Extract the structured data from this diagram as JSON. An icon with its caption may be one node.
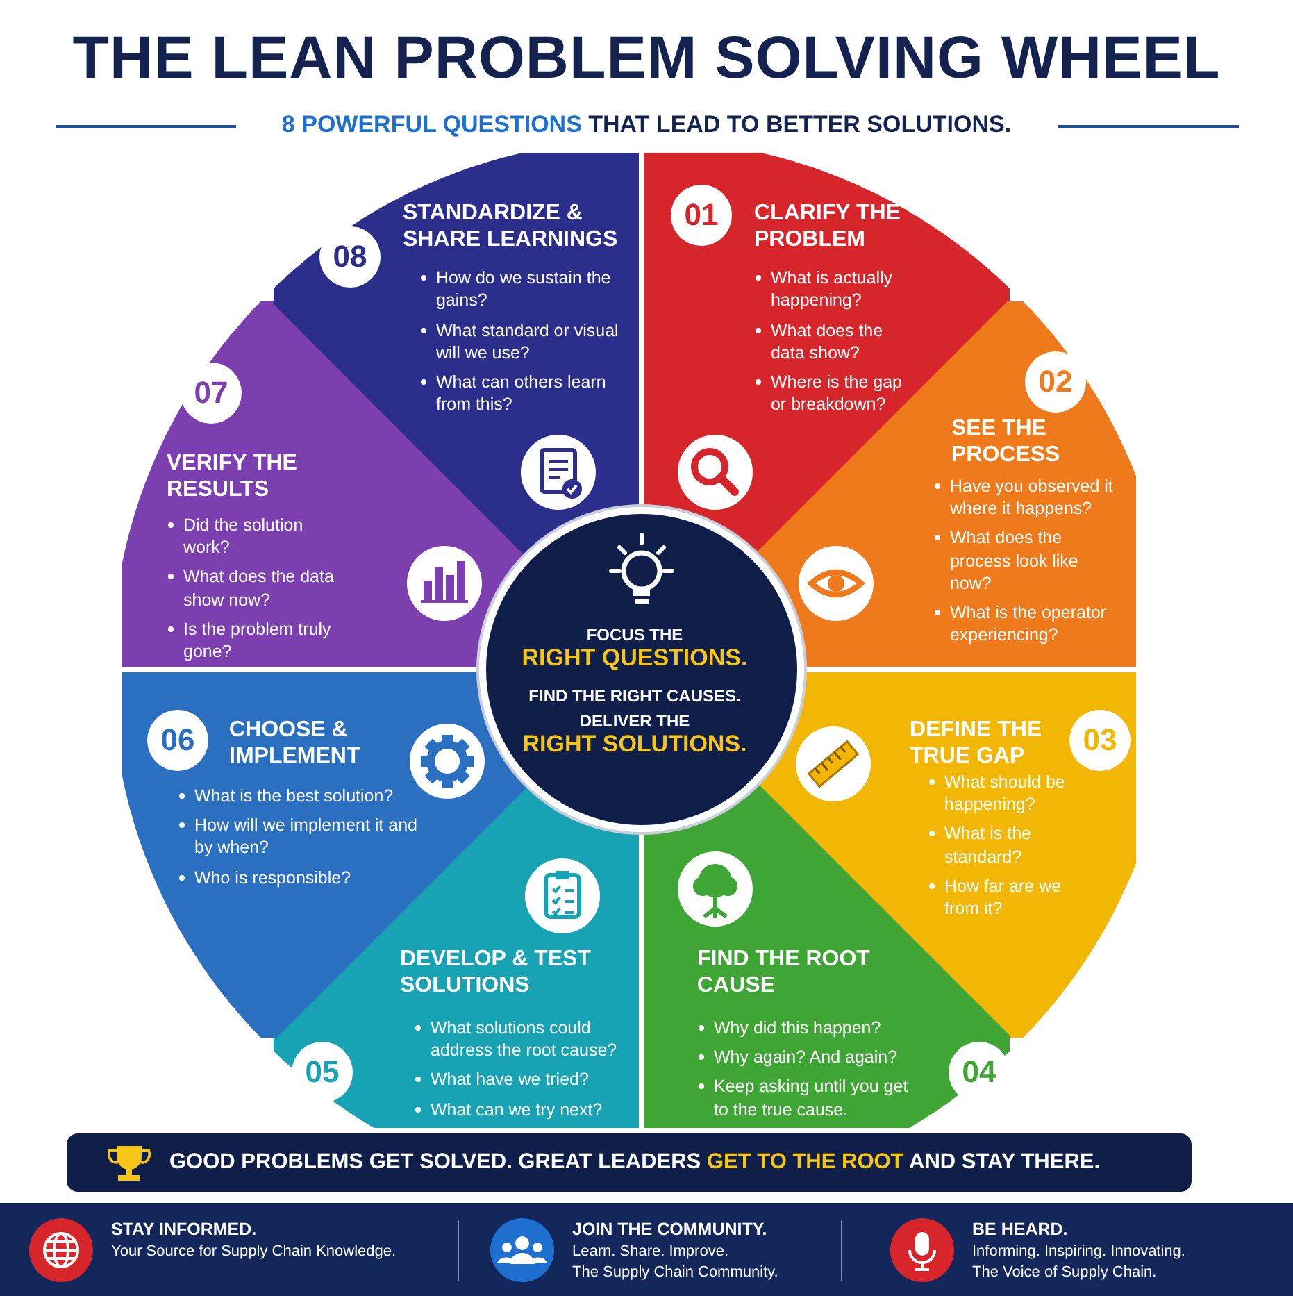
{
  "diagram": {
    "title": "THE LEAN PROBLEM SOLVING WHEEL",
    "nodes": [
      {
        "text": [
          "01",
          "CLARIFY THE PROBLEM",
          "What is actually happening?",
          "What does the data show?",
          "Where is the gap or breakdown?"
        ]
      },
      {
        "text": [
          "02",
          "SEE THE PROCESS",
          "Have you observed it where it happens?",
          "What does the process look like now?",
          "What is the operator experiencing?"
        ]
      },
      {
        "text": [
          "03",
          "DEFINE THE TRUE GAP",
          "What should be happening?",
          "What is the standard?",
          "How far are we from it?"
        ]
      },
      {
        "text": [
          "04",
          "FIND THE ROOT CAUSE",
          "Why did this happen?",
          "Why again? And again?",
          "Keep asking until you get to the true cause."
        ]
      },
      {
        "text": [
          "05",
          "DEVELOP & TEST SOLUTIONS",
          "What solutions could address the root cause?",
          "What have we tried?",
          "What can we try next?"
        ]
      },
      {
        "text": [
          "06",
          "CHOOSE & IMPLEMENT",
          "What is the best solution?",
          "How will we implement it and by when?",
          "Who is responsible?"
        ]
      },
      {
        "text": [
          "07",
          "VERIFY THE RESULTS",
          "Did the solution work?",
          "What does the data show now?",
          "Is the problem truly gone?"
        ]
      },
      {
        "text": [
          "08",
          "STANDARDIZE & SHARE LEARNINGS",
          "How do we sustain the gains?",
          "What standard or visual will we use?",
          "What can others learn from this?"
        ]
      },
      {
        "text": [
          "FOCUS THE **RIGHT QUESTIONS.**",
          "FIND THE RIGHT CAUSES.",
          "DELIVER THE **RIGHT SOLUTIONS.**"
        ]
      }
    ],
    "labels": [
      "**8 POWERFUL QUESTIONS** THAT LEAD TO BETTER SOLUTIONS.",
      "GOOD PROBLEMS GET SOLVED. GREAT LEADERS **GET TO THE ROOT** AND STAY THERE.",
      "STAY INFORMED.",
      "Your Source for Supply Chain Knowledge.",
      "JOIN THE COMMUNITY.",
      "Learn. Share. Improve.",
      "The Supply Chain Community.",
      "BE HEARD.",
      "Informing. Inspiring. Innovating.",
      "The Voice of Supply Chain."
    ]
  }
}
